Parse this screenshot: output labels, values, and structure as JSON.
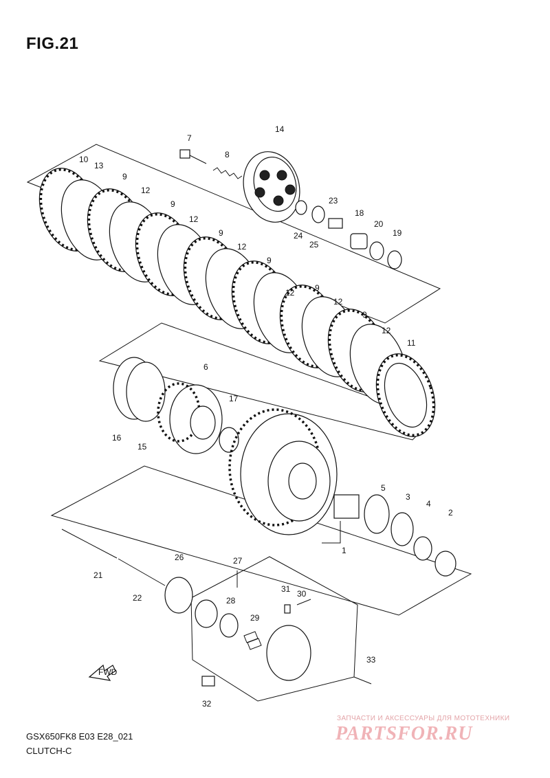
{
  "figure": {
    "title": "FIG.21"
  },
  "footer": {
    "code": "GSX650FK8 E03 E28_021",
    "name": "CLUTCH-C"
  },
  "watermark": {
    "tagline": "ЗАПЧАСТИ И АКСЕССУАРЫ ДЛЯ МОТОТЕХНИКИ",
    "logo": "PARTSFOR.RU",
    "color": "#f0b3b7"
  },
  "fwd_label": "FWD",
  "callouts": [
    "1",
    "2",
    "3",
    "4",
    "5",
    "6",
    "7",
    "8",
    "9",
    "10",
    "11",
    "12",
    "13",
    "14",
    "15",
    "16",
    "17",
    "18",
    "19",
    "20",
    "21",
    "22",
    "23",
    "24",
    "25",
    "26",
    "27",
    "28",
    "29",
    "30",
    "31",
    "32",
    "33"
  ]
}
